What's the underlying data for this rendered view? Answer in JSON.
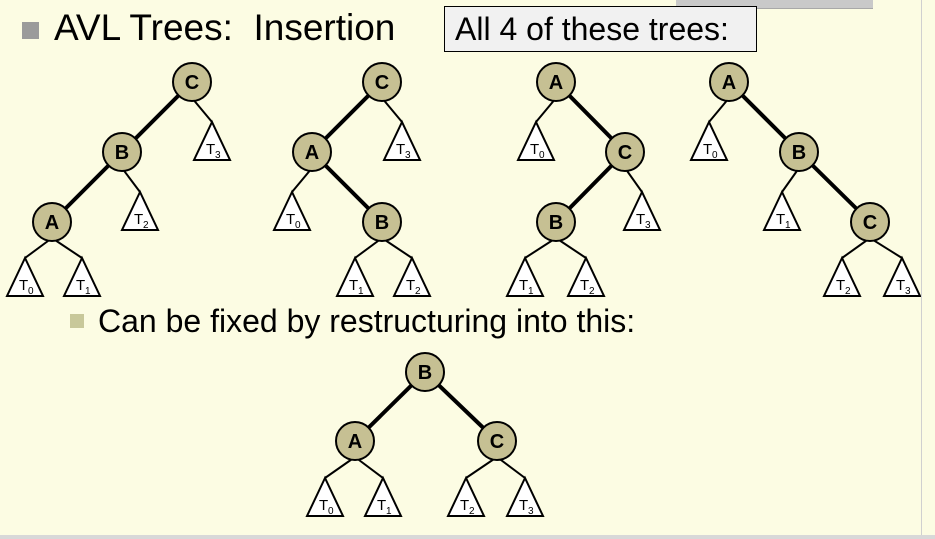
{
  "title": "AVL Trees:  Insertion",
  "callout": "All 4 of these trees:",
  "subtitle": "Can be fixed by restructuring into this:",
  "colors": {
    "background": "#fcfce3",
    "node_fill": "#c6c093",
    "edge": "#000000"
  },
  "trees": [
    {
      "nodes": [
        {
          "id": "C",
          "label": "C"
        },
        {
          "id": "B",
          "label": "B"
        },
        {
          "id": "A",
          "label": "A"
        }
      ],
      "edges": [
        [
          "C",
          "B"
        ],
        [
          "B",
          "A"
        ]
      ],
      "subtrees": [
        {
          "label": "T",
          "index": "3"
        },
        {
          "label": "T",
          "index": "2"
        },
        {
          "label": "T",
          "index": "0"
        },
        {
          "label": "T",
          "index": "1"
        }
      ]
    },
    {
      "nodes": [
        {
          "id": "C",
          "label": "C"
        },
        {
          "id": "A",
          "label": "A"
        },
        {
          "id": "B",
          "label": "B"
        }
      ],
      "edges": [
        [
          "C",
          "A"
        ],
        [
          "A",
          "B"
        ]
      ],
      "subtrees": [
        {
          "label": "T",
          "index": "3"
        },
        {
          "label": "T",
          "index": "0"
        },
        {
          "label": "T",
          "index": "1"
        },
        {
          "label": "T",
          "index": "2"
        }
      ]
    },
    {
      "nodes": [
        {
          "id": "A",
          "label": "A"
        },
        {
          "id": "C",
          "label": "C"
        },
        {
          "id": "B",
          "label": "B"
        }
      ],
      "edges": [
        [
          "A",
          "C"
        ],
        [
          "C",
          "B"
        ]
      ],
      "subtrees": [
        {
          "label": "T",
          "index": "0"
        },
        {
          "label": "T",
          "index": "3"
        },
        {
          "label": "T",
          "index": "1"
        },
        {
          "label": "T",
          "index": "2"
        }
      ]
    },
    {
      "nodes": [
        {
          "id": "A",
          "label": "A"
        },
        {
          "id": "B",
          "label": "B"
        },
        {
          "id": "C",
          "label": "C"
        }
      ],
      "edges": [
        [
          "A",
          "B"
        ],
        [
          "B",
          "C"
        ]
      ],
      "subtrees": [
        {
          "label": "T",
          "index": "0"
        },
        {
          "label": "T",
          "index": "1"
        },
        {
          "label": "T",
          "index": "2"
        },
        {
          "label": "T",
          "index": "3"
        }
      ]
    },
    {
      "nodes": [
        {
          "id": "B",
          "label": "B"
        },
        {
          "id": "A",
          "label": "A"
        },
        {
          "id": "C",
          "label": "C"
        }
      ],
      "edges": [
        [
          "B",
          "A"
        ],
        [
          "B",
          "C"
        ]
      ],
      "subtrees": [
        {
          "label": "T",
          "index": "0"
        },
        {
          "label": "T",
          "index": "1"
        },
        {
          "label": "T",
          "index": "2"
        },
        {
          "label": "T",
          "index": "3"
        }
      ]
    }
  ]
}
